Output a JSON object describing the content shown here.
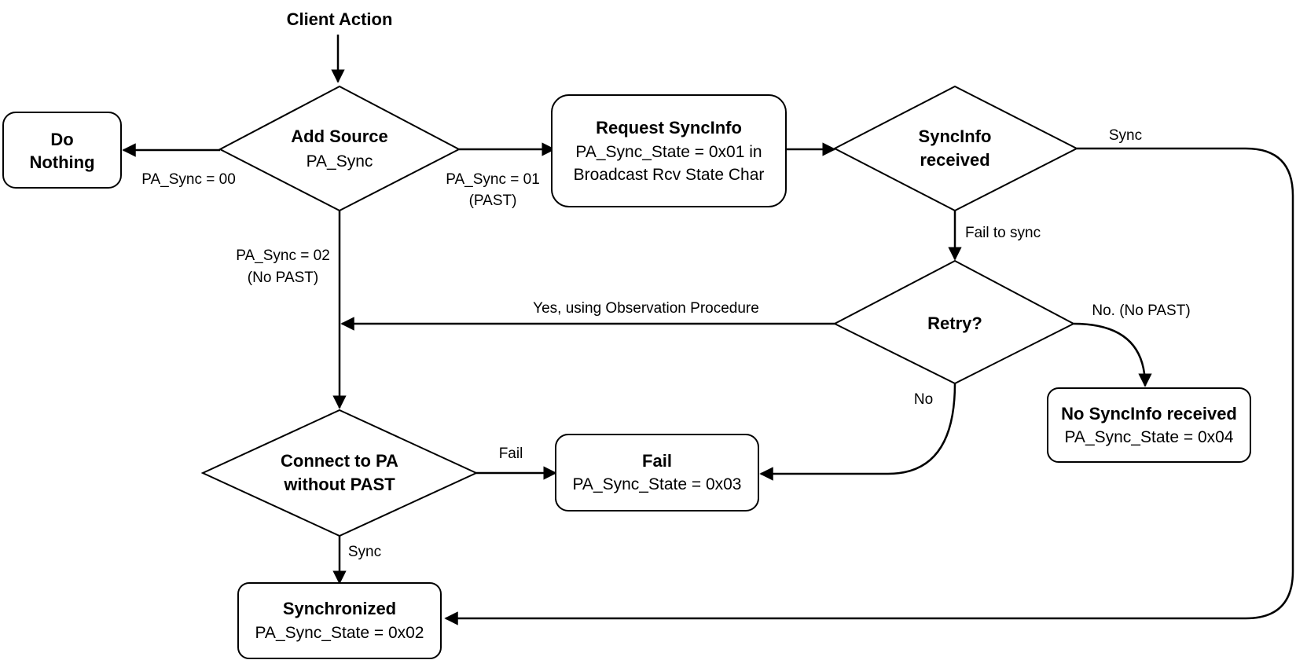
{
  "diagram": {
    "start_label": "Client Action",
    "nodes": {
      "add_source": {
        "title": "Add Source",
        "sub": "PA_Sync"
      },
      "do_nothing": {
        "line1": "Do",
        "line2": "Nothing"
      },
      "request_syncinfo": {
        "title": "Request SyncInfo",
        "sub1": "PA_Sync_State = 0x01 in",
        "sub2": "Broadcast Rcv State Char"
      },
      "syncinfo_received": {
        "line1": "SyncInfo",
        "line2": "received"
      },
      "retry": {
        "title": "Retry?"
      },
      "no_syncinfo": {
        "title": "No SyncInfo received",
        "sub": "PA_Sync_State = 0x04"
      },
      "connect_pa": {
        "line1": "Connect to PA",
        "line2": "without PAST"
      },
      "fail": {
        "title": "Fail",
        "sub": "PA_Sync_State = 0x03"
      },
      "synchronized": {
        "title": "Synchronized",
        "sub": "PA_Sync_State = 0x02"
      }
    },
    "edges": {
      "pa_sync_00": "PA_Sync = 00",
      "pa_sync_01": "PA_Sync = 01",
      "pa_sync_01_note": "(PAST)",
      "pa_sync_02": "PA_Sync = 02",
      "pa_sync_02_note": "(No PAST)",
      "sync_top": "Sync",
      "fail_to_sync": "Fail to sync",
      "yes_observation": "Yes, using Observation Procedure",
      "no_no_past": "No. (No PAST)",
      "no": "No",
      "fail_edge": "Fail",
      "sync_bottom": "Sync"
    }
  }
}
